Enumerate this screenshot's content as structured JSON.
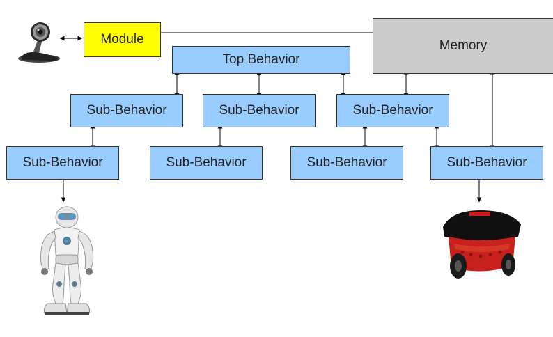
{
  "diagram": {
    "module_label": "Module",
    "memory_label": "Memory",
    "top_behavior_label": "Top Behavior",
    "sub_behavior_label": "Sub-Behavior",
    "colors": {
      "behavior_fill": "#99ccff",
      "module_fill": "#ffff00",
      "memory_fill": "#cccccc",
      "robot_red": "#c8201c"
    },
    "icons": [
      "webcam-icon",
      "humanoid-robot-icon",
      "mobile-robot-icon"
    ]
  }
}
